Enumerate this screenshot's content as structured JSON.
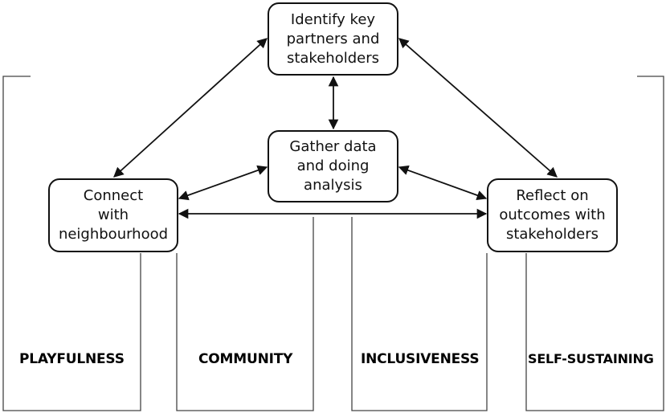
{
  "nodes": {
    "identify": [
      "Identify key",
      "partners and",
      "stakeholders"
    ],
    "gather": [
      "Gather data",
      "and doing",
      "analysis"
    ],
    "connect": [
      "Connect",
      "with",
      "neighbourhood"
    ],
    "reflect": [
      "Reflect on",
      "outcomes with",
      "stakeholders"
    ]
  },
  "pillars": {
    "playfulness": "PLAYFULNESS",
    "community": "COMMUNITY",
    "inclusiveness": "INCLUSIVENESS",
    "self_sustaining": "SELF-SUSTAINING"
  },
  "colors": {
    "line": "#111111",
    "pillar_line": "#444444",
    "background": "#ffffff"
  }
}
